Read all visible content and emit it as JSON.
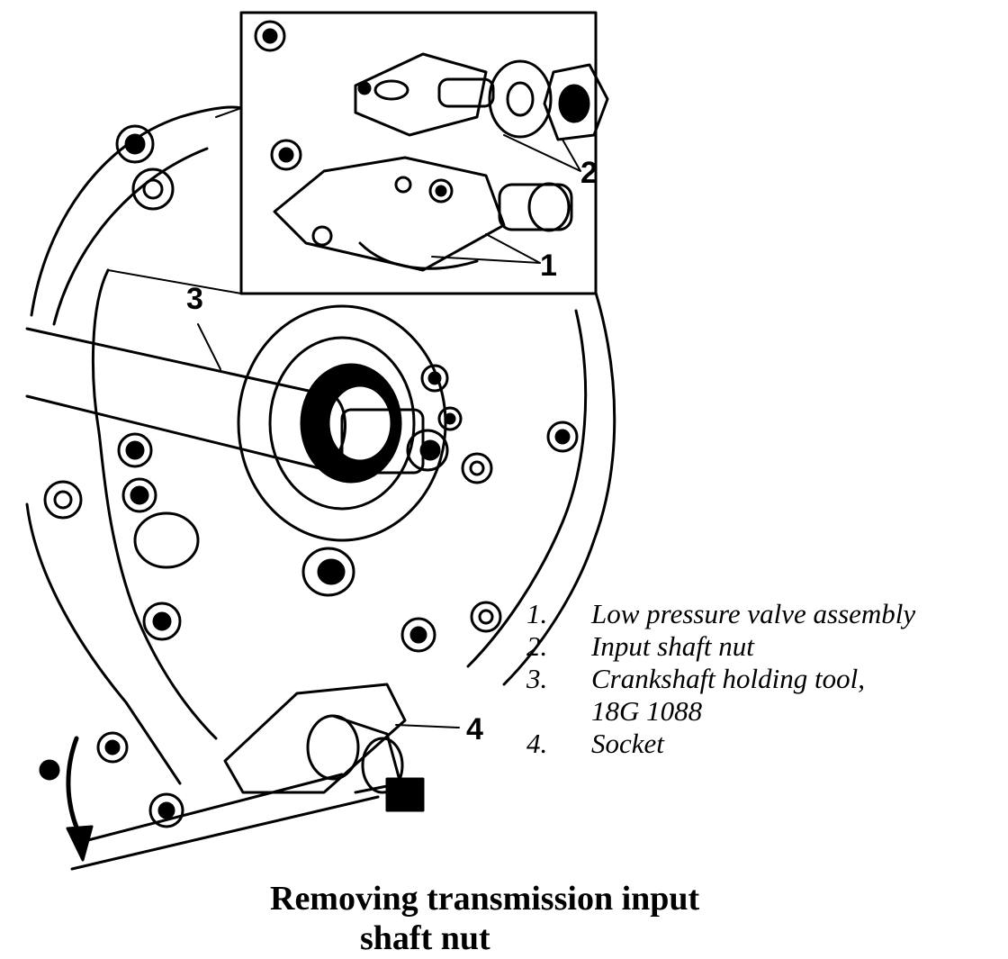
{
  "callouts": {
    "c1": "1",
    "c2": "2",
    "c3": "3",
    "c4": "4"
  },
  "legend": [
    {
      "num": "1.",
      "text": "Low pressure valve assembly"
    },
    {
      "num": "2.",
      "text": "Input shaft nut"
    },
    {
      "num": "3.",
      "text": "Crankshaft holding tool,"
    },
    {
      "num": "",
      "text": "18G 1088"
    },
    {
      "num": "4.",
      "text": "Socket"
    }
  ],
  "caption": {
    "line1": "Removing transmission input",
    "line2": "shaft nut"
  }
}
